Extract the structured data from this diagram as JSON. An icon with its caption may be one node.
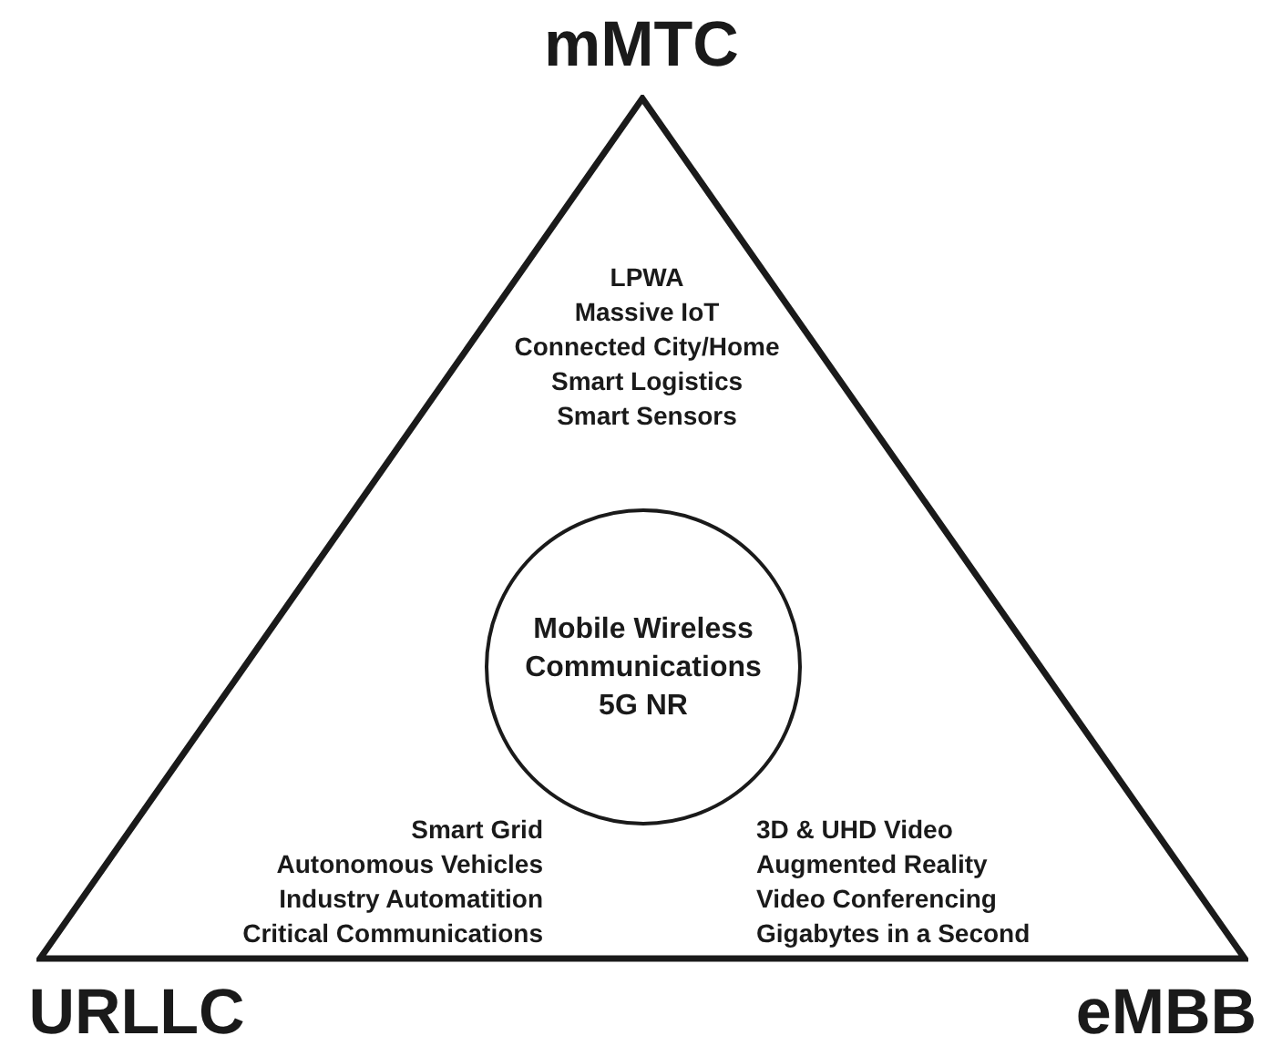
{
  "diagram": {
    "nodes": [
      {
        "text": [],
        "shape": "triangle"
      },
      {
        "text": [
          "Mobile Wireless Communications 5G NR"
        ],
        "in": 0
      }
    ],
    "labels": [
      "mMTC",
      "LPWA",
      "Massive IoT",
      "Connected City/Home",
      "Smart Logistics",
      "Smart Sensors",
      "Smart Grid",
      "Autonomous Vehicles",
      "Industry Automatition",
      "Critical Communications",
      "3D & UHD Video",
      "Augmented Reality",
      "Video Conferencing",
      "Gigabytes in a Second",
      "URLLC",
      "eMBB"
    ]
  }
}
